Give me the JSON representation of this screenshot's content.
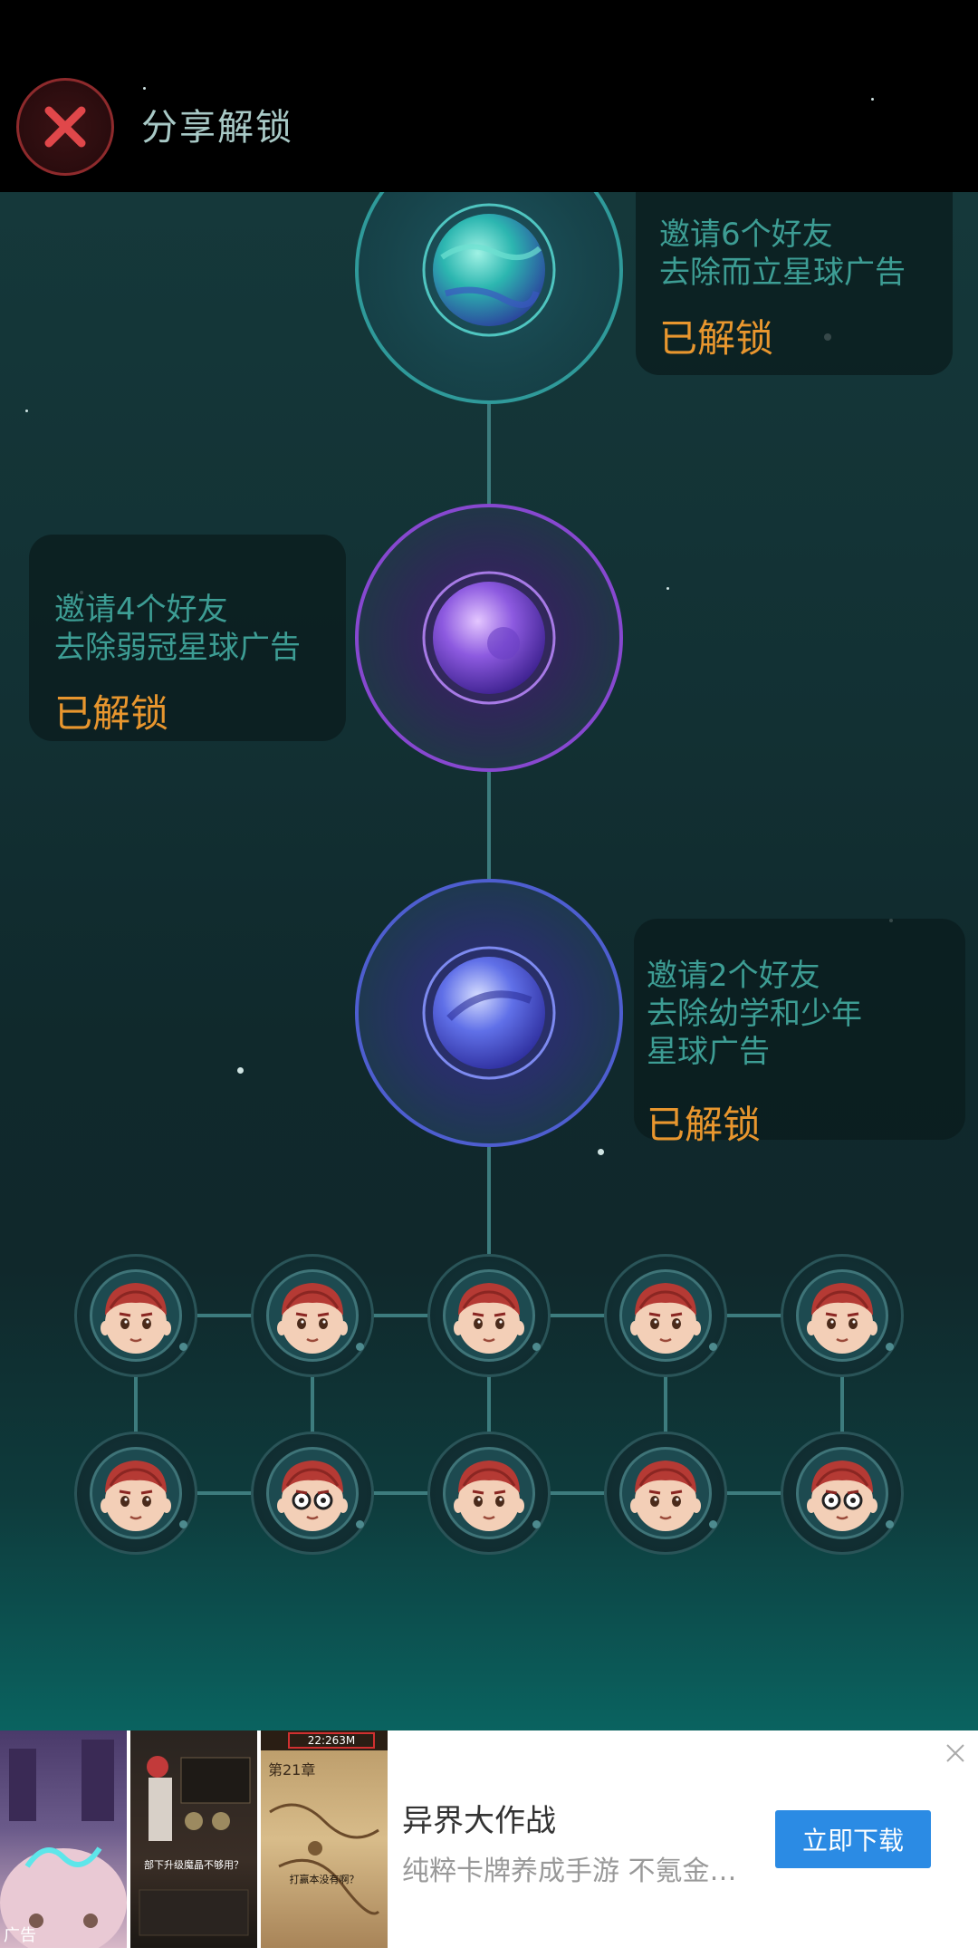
{
  "header": {
    "title": "分享解锁",
    "close_icon": "close-icon",
    "close_color": "#e0474a"
  },
  "unlock_levels": [
    {
      "line1": "邀请6个好友",
      "line2": "去除而立星球广告",
      "line3": "",
      "status": "已解锁",
      "planet_color": "#2fa9a8"
    },
    {
      "line1": "邀请4个好友",
      "line2": "去除弱冠星球广告",
      "line3": "",
      "status": "已解锁",
      "planet_color": "#8a4cd8"
    },
    {
      "line1": "邀请2个好友",
      "line2": "去除幼学和少年",
      "line3": "星球广告",
      "status": "已解锁",
      "planet_color": "#4e5fe0"
    }
  ],
  "friends_grid": {
    "rows": 2,
    "cols": 5,
    "avatar_icon": "cartoon-boy-avatar"
  },
  "colors": {
    "accent_text": "#3d9d94",
    "status_text": "#e8962e"
  },
  "ad": {
    "label": "广告",
    "title": "异界大作战",
    "description": "纯粹卡牌养成手游 不氪金！...",
    "button": "立即下载",
    "thumb1_caption": "",
    "thumb2_caption": "部下升级魔晶不够用？",
    "thumb3_header": "22:263M",
    "thumb3_chapter": "第21章",
    "thumb3_caption": "打赢本没有啊？",
    "close_icon": "close-icon"
  }
}
